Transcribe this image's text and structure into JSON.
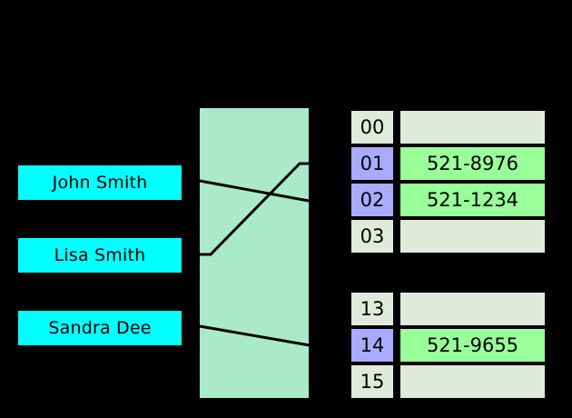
{
  "diagram": {
    "title": "hash-table-lookup",
    "background_color": "#000000"
  },
  "keys": [
    {
      "label": "John Smith",
      "color": "#00ffff"
    },
    {
      "label": "Lisa Smith",
      "color": "#00ffff"
    },
    {
      "label": "Sandra Dee",
      "color": "#00ffff"
    }
  ],
  "hash_function": {
    "label": "",
    "color": "#aaeacb"
  },
  "colors": {
    "key_fill": "#00ffff",
    "hash_fill": "#aaeacb",
    "bucket_empty": "#dfeadb",
    "bucket_filled": "#99ff99",
    "index_plain": "#dfeadb",
    "index_hit": "#aaaaff",
    "stroke": "#000000"
  },
  "buckets_upper": [
    {
      "index": "00",
      "value": "",
      "highlighted": false
    },
    {
      "index": "01",
      "value": "521-8976",
      "highlighted": true
    },
    {
      "index": "02",
      "value": "521-1234",
      "highlighted": true
    },
    {
      "index": "03",
      "value": "",
      "highlighted": false
    }
  ],
  "buckets_lower": [
    {
      "index": "13",
      "value": "",
      "highlighted": false
    },
    {
      "index": "14",
      "value": "521-9655",
      "highlighted": true
    },
    {
      "index": "15",
      "value": "",
      "highlighted": false
    }
  ],
  "mappings": [
    {
      "from": "John Smith",
      "to_index": "02"
    },
    {
      "from": "Lisa Smith",
      "to_index": "01"
    },
    {
      "from": "Sandra Dee",
      "to_index": "14"
    }
  ]
}
